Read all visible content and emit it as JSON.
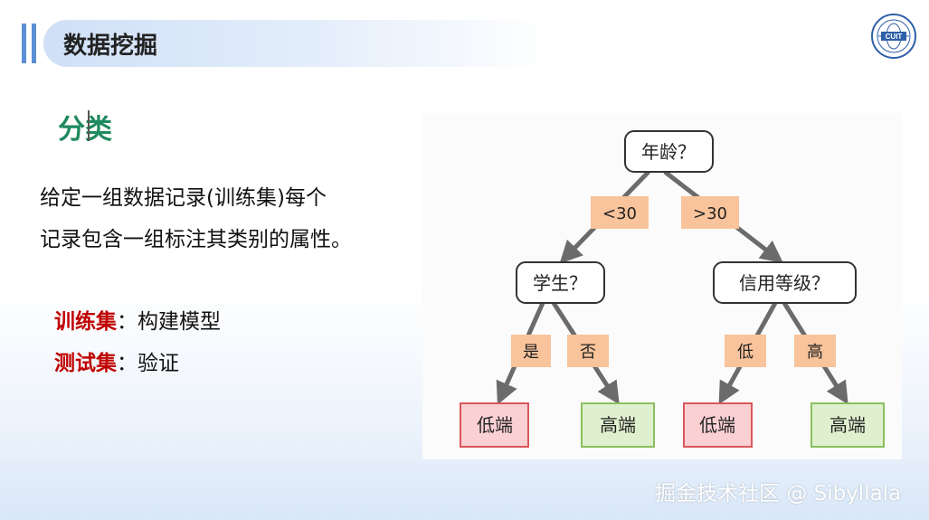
{
  "header": {
    "title": "数据挖掘"
  },
  "logo": {
    "text": "CUIT"
  },
  "section": {
    "title": "分类"
  },
  "description": {
    "line1": "给定一组数据记录(训练集)每个",
    "line2": "记录包含一组标注其类别的属性。"
  },
  "definitions": [
    {
      "term": "训练集",
      "separator": "：",
      "meaning": "构建模型"
    },
    {
      "term": "测试集",
      "separator": "：",
      "meaning": "验证"
    }
  ],
  "tree": {
    "root": "年龄？",
    "edge_left": "<30",
    "edge_right": ">30",
    "node_left": "学生？",
    "node_right": "信用等级？",
    "edge_ll": "是",
    "edge_lr": "否",
    "edge_rl": "低",
    "edge_rr": "高",
    "leaf_1": "低端",
    "leaf_2": "高端",
    "leaf_3": "低端",
    "leaf_4": "高端"
  },
  "watermark": "掘金技术社区 @ Sibyllala",
  "colors": {
    "accent_blue": "#5b8fd6",
    "section_green": "#1f8a5e",
    "term_red": "#c00000",
    "edge_label_fill": "#f9c39b",
    "leaf_low_fill": "#fbd0d2",
    "leaf_low_stroke": "#d9575c",
    "leaf_high_fill": "#dff0cf",
    "leaf_high_stroke": "#8bbf5f"
  }
}
